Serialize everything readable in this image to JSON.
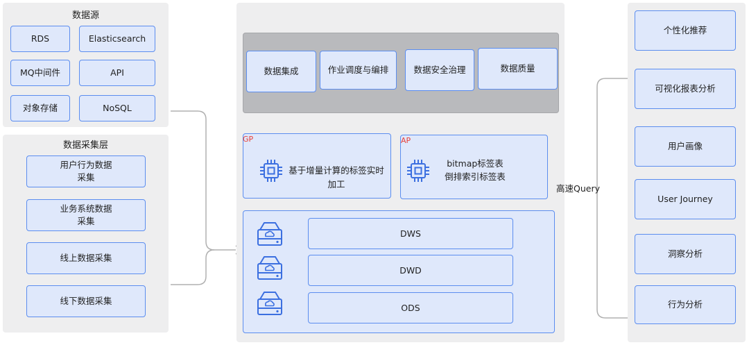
{
  "sources": {
    "title": "数据源",
    "items": [
      "RDS",
      "Elasticsearch",
      "MQ中间件",
      "API",
      "对象存储",
      "NoSQL"
    ]
  },
  "collection": {
    "title": "数据采集层",
    "items": [
      "用户行为数据\n采集",
      "业务系统数据\n采集",
      "线上数据采集",
      "线下数据采集"
    ]
  },
  "platform": {
    "services": [
      "数据集成",
      "作业调度与编排",
      "数据安全治理",
      "数据质量"
    ],
    "gp": {
      "tag": "GP",
      "text": "基于增量计算的标签实时\n加工"
    },
    "ap": {
      "tag": "AP",
      "text": "bitmap标签表\n倒排索引标签表"
    },
    "layers": [
      "DWS",
      "DWD",
      "ODS"
    ]
  },
  "query_label": "高速Query",
  "applications": {
    "items": [
      "个性化推荐",
      "可视化报表分析",
      "用户画像",
      "User Journey",
      "洞察分析",
      "行为分析"
    ]
  },
  "colors": {
    "panel": "#eeeeef",
    "box_fill": "#dfe8fb",
    "box_border": "#5b8def",
    "gray_area": "#b9babd",
    "tag": "#e8403a",
    "connector": "#b0b0b0"
  }
}
